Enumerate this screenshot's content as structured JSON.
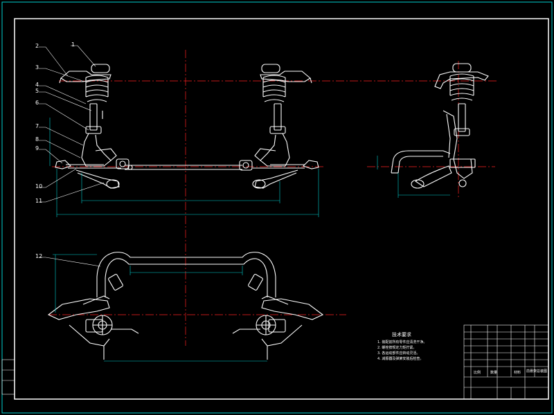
{
  "drawing": {
    "colors": {
      "background": "#000000",
      "frame": "#ffffff",
      "part_lines": "#ffffff",
      "centerline": "#ff2020",
      "dimension": "#00d0d0",
      "leader": "#ffffff"
    },
    "part_callouts": [
      "2",
      "1",
      "3",
      "4",
      "5",
      "6",
      "7",
      "8",
      "9",
      "10",
      "11",
      "12"
    ],
    "notes_title": "技术要求",
    "notes": [
      "1. 装配前所有零件应清洗干净。",
      "2. 螺栓按规定力矩拧紧。",
      "3. 各运动部件应转动灵活。",
      "4. 减振器及弹簧安装后检查。"
    ],
    "title_block": {
      "part_name": "前悬架总装图",
      "scale_row": [
        "比例",
        "数量",
        "材料"
      ]
    }
  }
}
